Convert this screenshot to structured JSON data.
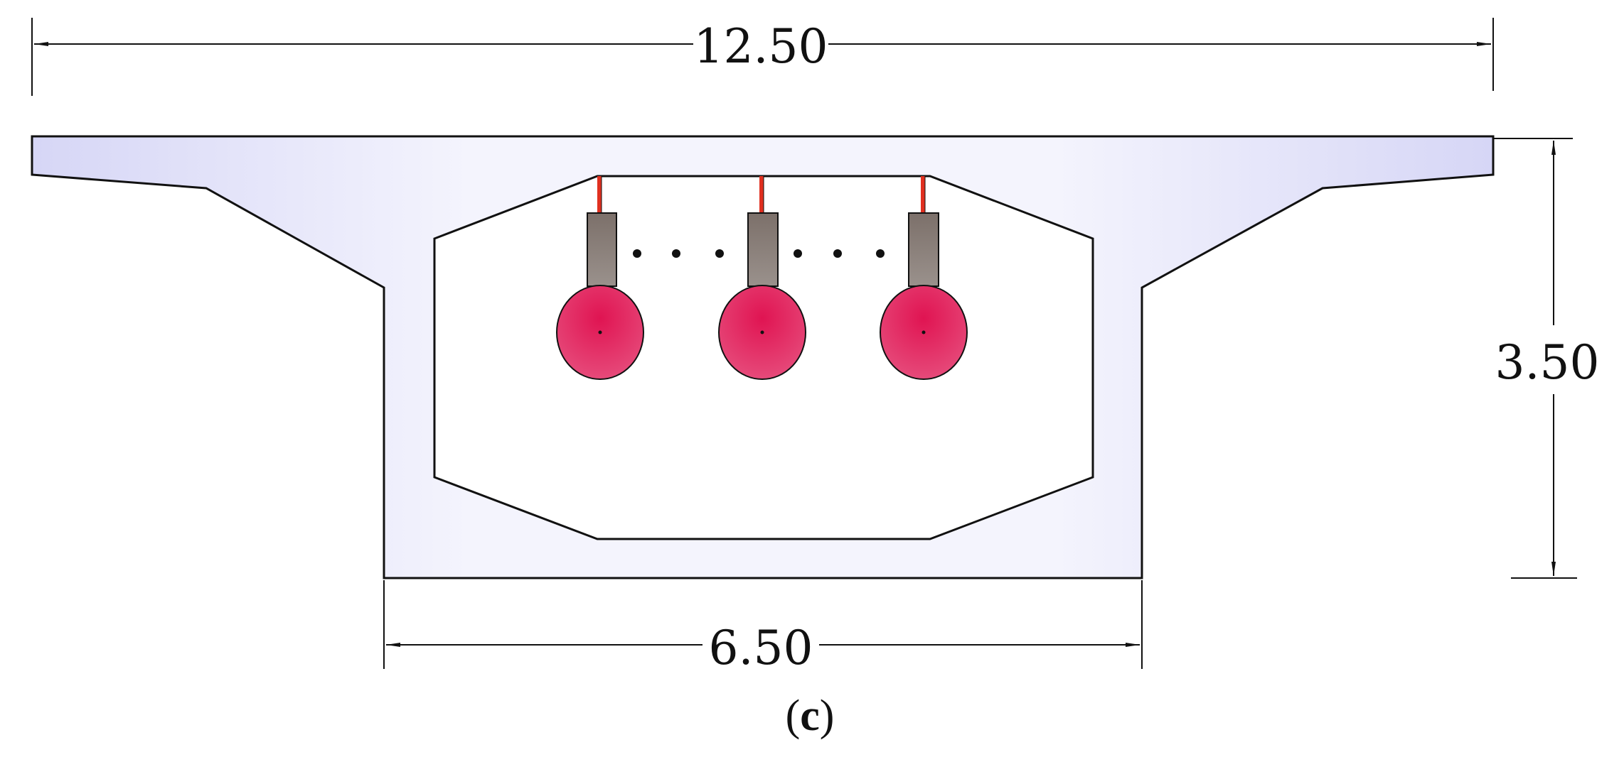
{
  "dimensions": {
    "top_width": "12.50",
    "height": "3.50",
    "bottom_width": "6.50"
  },
  "caption": {
    "open": "(",
    "letter": "c",
    "close": ")"
  },
  "colors": {
    "section_fill_light": "#f7f7fe",
    "section_fill_dark": "#d6d6f6",
    "outline": "#111111",
    "ball": "#e0205a",
    "rod": "#8a7f79",
    "cable": "#e03020"
  },
  "hanging_masses": {
    "count": 3,
    "ellipsis_dots_between": 3
  }
}
